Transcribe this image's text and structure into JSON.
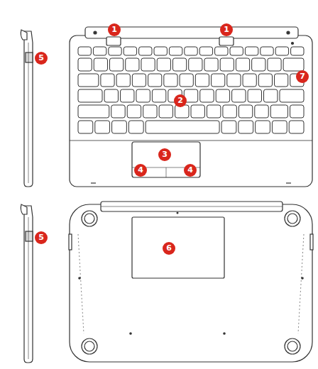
{
  "diagram": {
    "labels": [
      "1",
      "1",
      "2",
      "3",
      "4",
      "4",
      "5",
      "5",
      "6",
      "7"
    ]
  }
}
